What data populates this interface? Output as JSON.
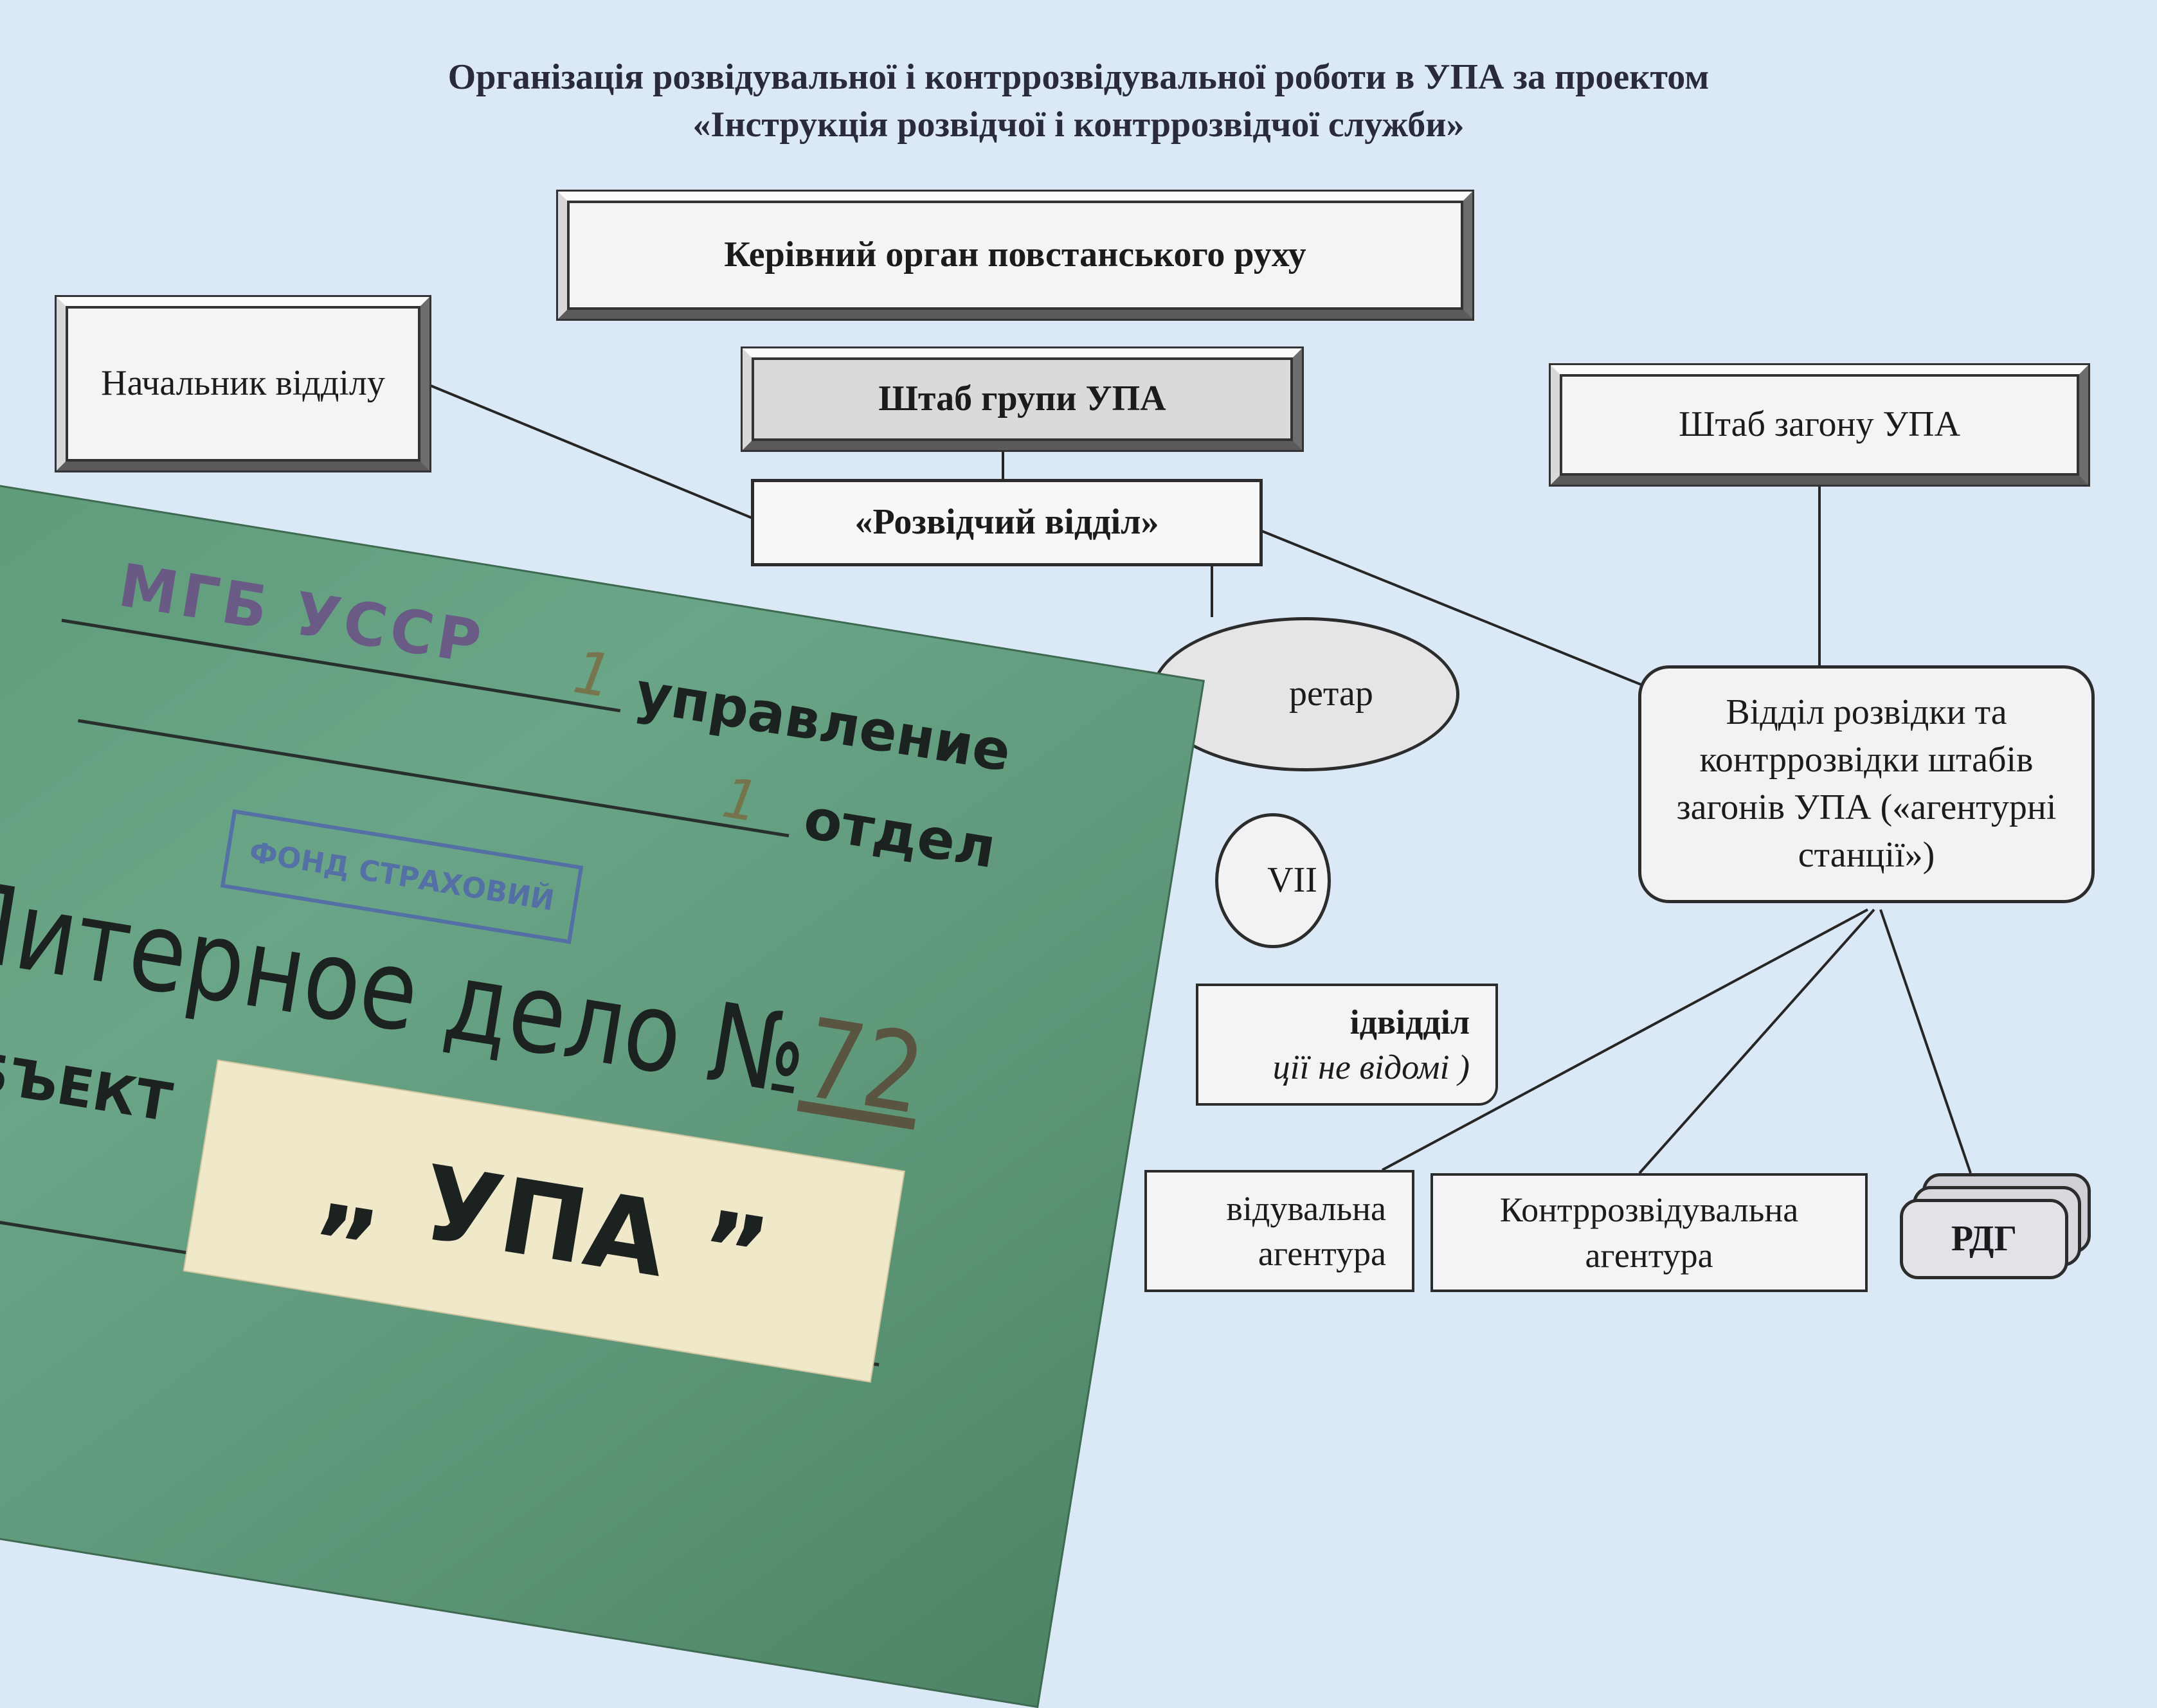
{
  "title": {
    "line1": "Організація розвідувальної і контррозвідувальної роботи в УПА за проектом",
    "line2": "«Інструкція розвідчої і контррозвідчої служби»"
  },
  "nodes": {
    "leadership": "Керівний орган повстанського руху",
    "department_head": "Начальник відділу",
    "group_hq": "Штаб групи УПА",
    "detachment_hq": "Штаб загону УПА",
    "intel_department": "«Розвідчий відділ»",
    "secretary_partial": "ретар",
    "roman_partial": "VII",
    "subdept_partial": "ідвідділ",
    "subdept_note_partial": "ції не відомі )",
    "intel_counterintel": "Відділ розвідки та контррозвідки штабів загонів УПА («агентурні станції»)",
    "recon_agents_line1": "відувальна",
    "recon_agents_line2": "агентура",
    "counter_agents": "Контррозвідувальна агентура",
    "rdg": "РДГ"
  },
  "folder": {
    "agency": "МГБ УССР",
    "dept_num1": "1",
    "directorate": "управление",
    "dept_num2": "1",
    "department": "отдел",
    "stamp": "ФОНД СТРАХОВИЙ",
    "file_title": "Литерное дело №",
    "file_number": "72",
    "object_label": "ОБЪЕКТ",
    "object_name": "„ УПА ”"
  }
}
